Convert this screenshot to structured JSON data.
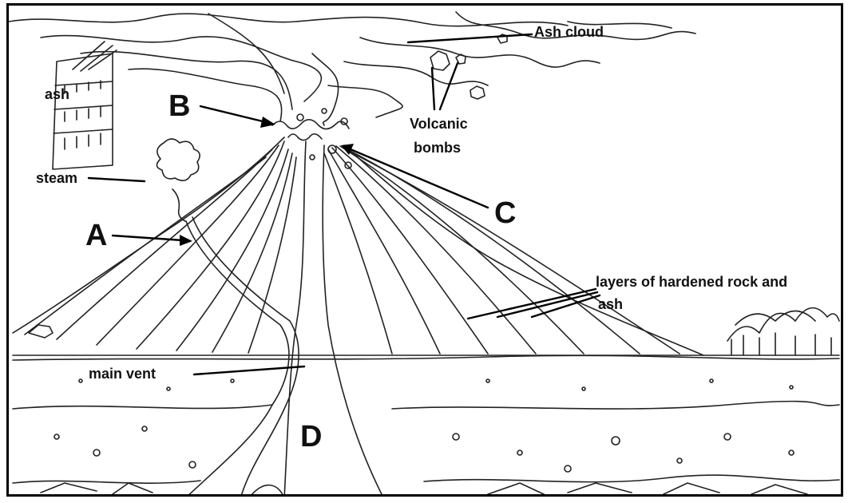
{
  "labels": {
    "ash_cloud": "Ash cloud",
    "ash": "ash",
    "steam": "steam",
    "volcanic_bombs_line1": "Volcanic",
    "volcanic_bombs_line2": "bombs",
    "layers_line1": "layers of hardened rock and",
    "layers_line2": "ash",
    "main_vent": "main vent",
    "letter_a": "A",
    "letter_b": "B",
    "letter_c": "C",
    "letter_d": "D"
  },
  "colors": {
    "ink": "#111111",
    "background": "#ffffff"
  }
}
